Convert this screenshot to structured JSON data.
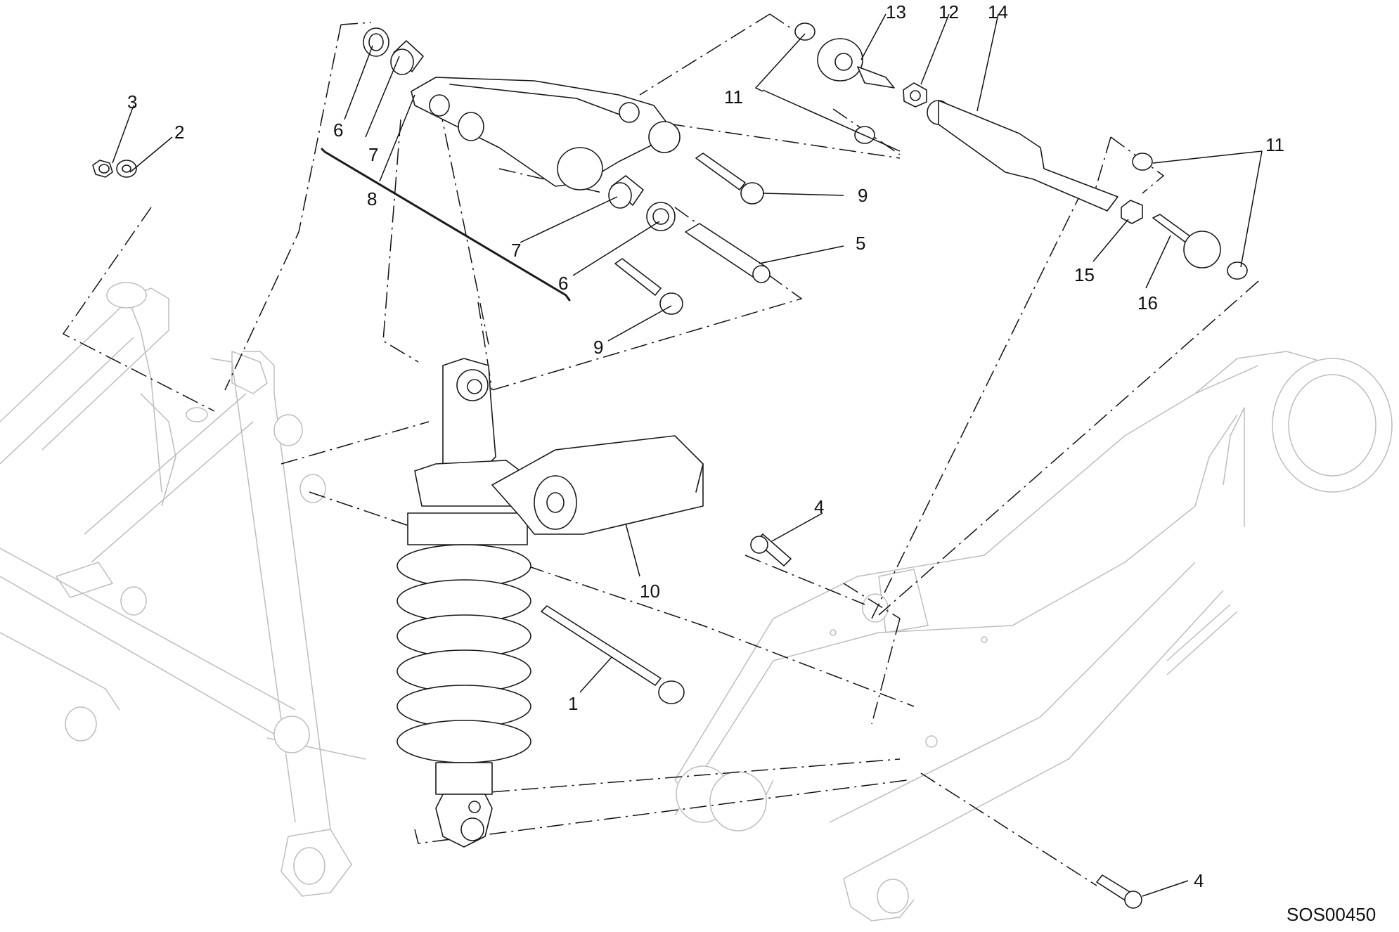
{
  "diagram_code": "SOS00450",
  "callouts": [
    {
      "id": "c1",
      "text": "1"
    },
    {
      "id": "c2",
      "text": "2"
    },
    {
      "id": "c3",
      "text": "3"
    },
    {
      "id": "c4a",
      "text": "4"
    },
    {
      "id": "c4b",
      "text": "4"
    },
    {
      "id": "c5",
      "text": "5"
    },
    {
      "id": "c6a",
      "text": "6"
    },
    {
      "id": "c6b",
      "text": "6"
    },
    {
      "id": "c7a",
      "text": "7"
    },
    {
      "id": "c7b",
      "text": "7"
    },
    {
      "id": "c8",
      "text": "8"
    },
    {
      "id": "c9a",
      "text": "9"
    },
    {
      "id": "c9b",
      "text": "9"
    },
    {
      "id": "c10",
      "text": "10"
    },
    {
      "id": "c11a",
      "text": "11"
    },
    {
      "id": "c11b",
      "text": "11"
    },
    {
      "id": "c12",
      "text": "12"
    },
    {
      "id": "c13",
      "text": "13"
    },
    {
      "id": "c14",
      "text": "14"
    },
    {
      "id": "c15",
      "text": "15"
    },
    {
      "id": "c16",
      "text": "16"
    }
  ]
}
